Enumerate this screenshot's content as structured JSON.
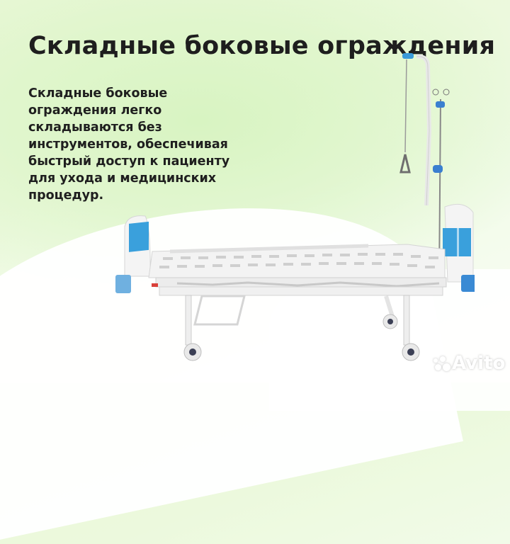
{
  "slide": {
    "title": "Складные боковые ограждения",
    "description_lines": [
      "Складные боковые",
      "ограждения легко",
      "складываются без",
      "инструментов, обеспечивая",
      "быстрый доступ к пациенту",
      "для ухода и медицинских",
      "процедур."
    ]
  },
  "image": {
    "subject": "medical-bed-with-folding-side-rails",
    "accent_color": "#3a9ad9",
    "frame_color": "#f2f2f2"
  },
  "watermark": {
    "text": "Avito"
  },
  "colors": {
    "background_green": "#e6f7d4",
    "text": "#1e1e1e"
  }
}
